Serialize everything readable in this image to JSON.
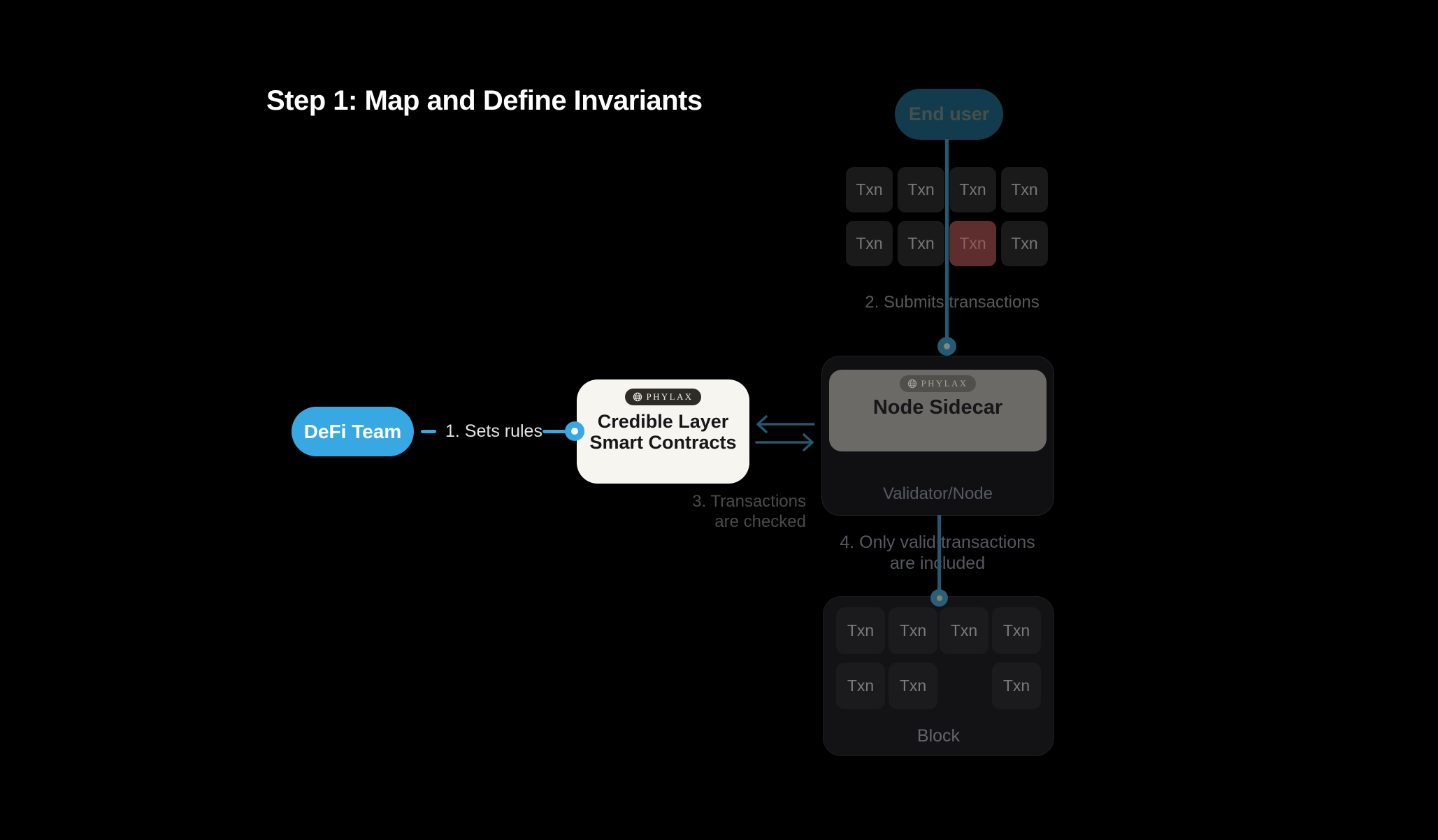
{
  "title": "Step 1: Map and Define Invariants",
  "nodes": {
    "end_user": {
      "label": "End user"
    },
    "defi_team": {
      "label": "DeFi Team"
    },
    "credible_layer": {
      "badge": "PHYLAX",
      "title_line1": "Credible Layer",
      "title_line2": "Smart Contracts"
    },
    "node_sidecar": {
      "badge": "PHYLAX",
      "title": "Node Sidecar"
    },
    "validator": {
      "label": "Validator/Node"
    },
    "block": {
      "label": "Block"
    }
  },
  "labels": {
    "step1": "1. Sets rules",
    "step2": "2. Submits transactions",
    "step3_line1": "3. Transactions",
    "step3_line2": "are checked",
    "step4_line1": "4. Only valid transactions",
    "step4_line2": "are included"
  },
  "mempool_grid": {
    "rows": 2,
    "cols": 4,
    "cells": [
      {
        "label": "Txn",
        "state": "normal"
      },
      {
        "label": "Txn",
        "state": "normal"
      },
      {
        "label": "Txn",
        "state": "normal"
      },
      {
        "label": "Txn",
        "state": "normal"
      },
      {
        "label": "Txn",
        "state": "normal"
      },
      {
        "label": "Txn",
        "state": "normal"
      },
      {
        "label": "Txn",
        "state": "invalid"
      },
      {
        "label": "Txn",
        "state": "normal"
      }
    ]
  },
  "block_grid": {
    "rows": 2,
    "cols": 4,
    "cells": [
      {
        "label": "Txn",
        "state": "normal"
      },
      {
        "label": "Txn",
        "state": "normal"
      },
      {
        "label": "Txn",
        "state": "normal"
      },
      {
        "label": "Txn",
        "state": "normal"
      },
      {
        "label": "Txn",
        "state": "normal"
      },
      {
        "label": "Txn",
        "state": "normal"
      },
      {
        "label": "",
        "state": "empty"
      },
      {
        "label": "Txn",
        "state": "normal"
      }
    ]
  },
  "colors": {
    "background": "#000000",
    "accent_blue": "#38a8e3",
    "connector_teal": "#235973",
    "end_user_bg": "#123c4d",
    "invalid_txn_bg": "#5e2d2d",
    "card_bg": "#f6f5ef",
    "sidecar_bg": "#6b6a66",
    "badge_bg": "#2d2c27"
  }
}
